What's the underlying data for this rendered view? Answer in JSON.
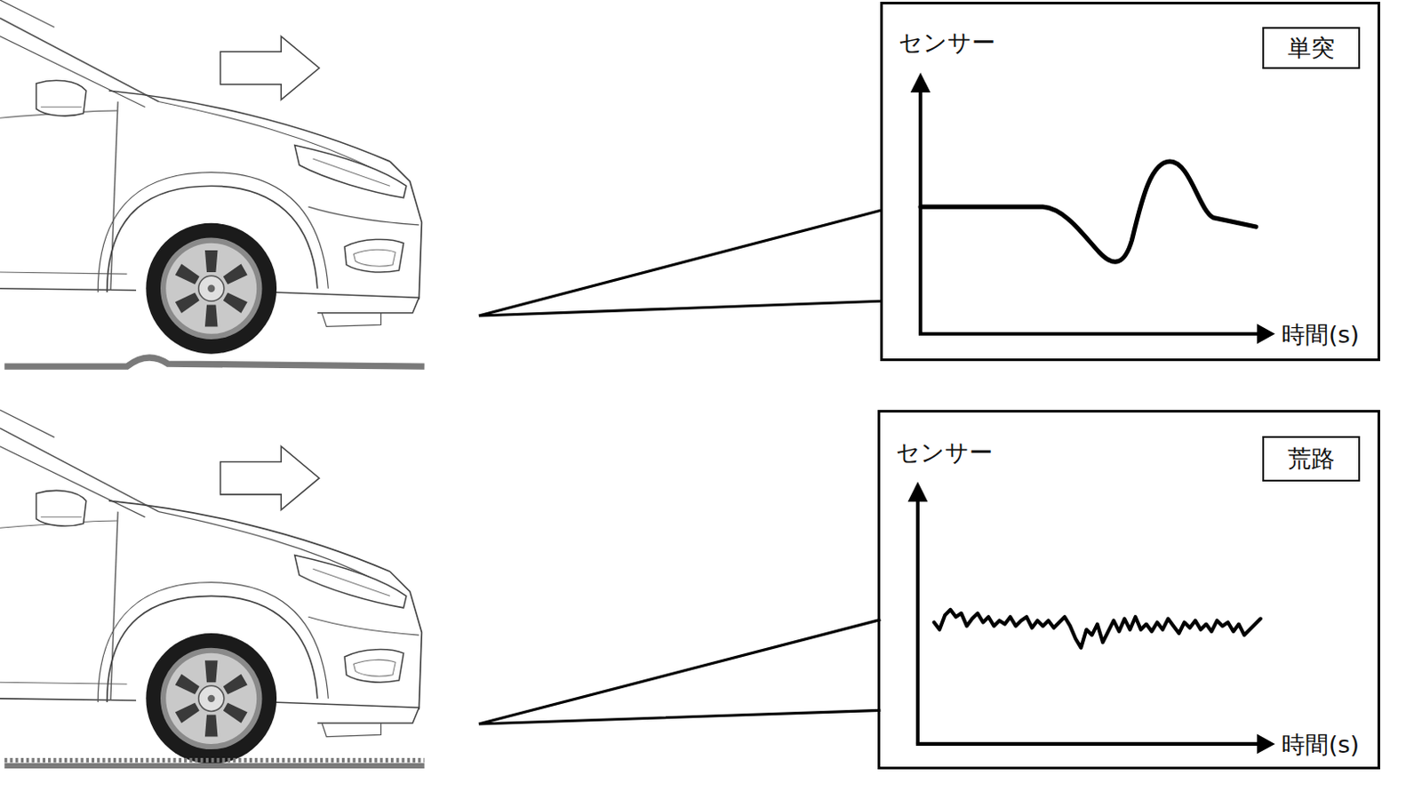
{
  "diagram": {
    "nodes": [
      {
        "text": [
          "センサー",
          "時間(s)"
        ]
      },
      {
        "text": [
          "単突"
        ],
        "in": 0
      },
      {
        "text": [
          "センサー",
          "時間(s)"
        ]
      },
      {
        "text": [
          "荒路"
        ],
        "in": 2
      }
    ]
  }
}
